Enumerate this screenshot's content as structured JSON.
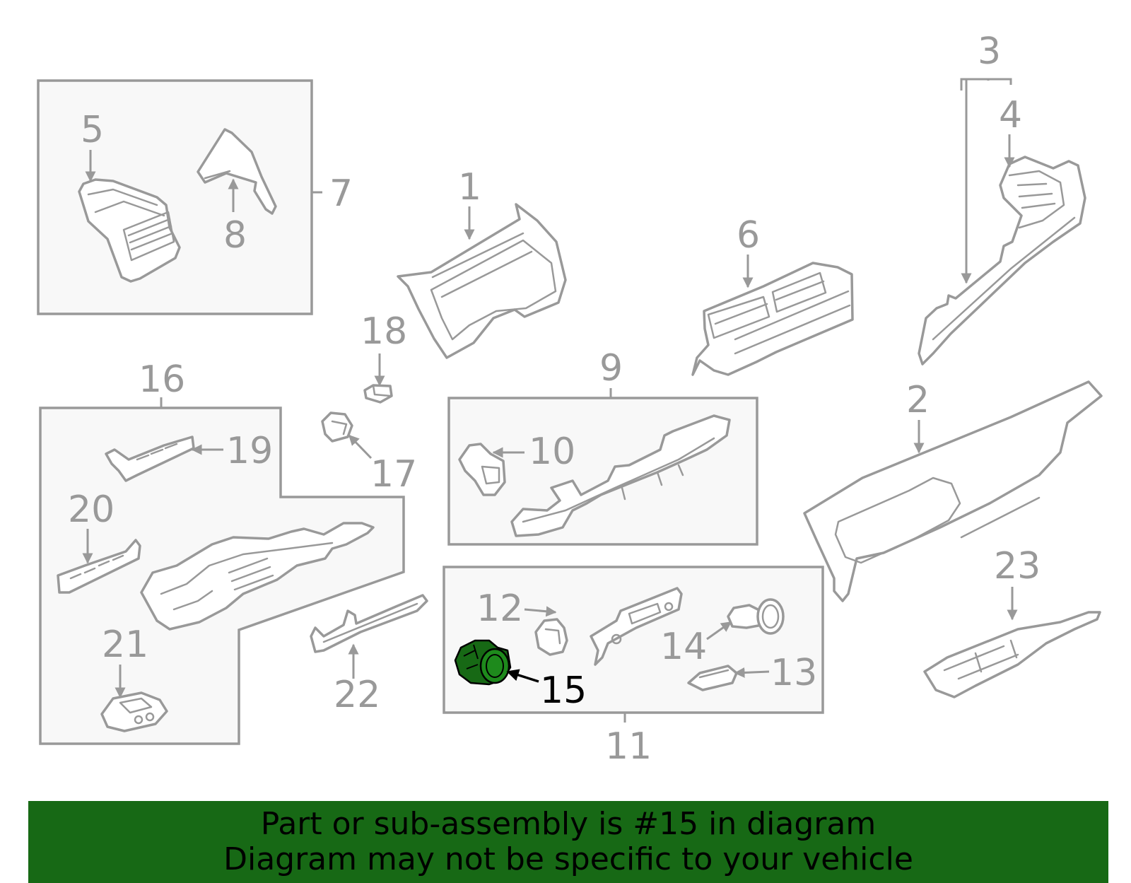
{
  "diagram": {
    "highlight_color": "#176915",
    "highlight_part": "15",
    "callouts": [
      "1",
      "2",
      "3",
      "4",
      "5",
      "6",
      "7",
      "8",
      "9",
      "10",
      "11",
      "12",
      "13",
      "14",
      "15",
      "16",
      "17",
      "18",
      "19",
      "20",
      "21",
      "22",
      "23"
    ]
  },
  "banner": {
    "background": "#176915",
    "line1": "Part or sub-assembly is #15 in diagram",
    "line2": "Diagram may not be specific to your vehicle"
  }
}
